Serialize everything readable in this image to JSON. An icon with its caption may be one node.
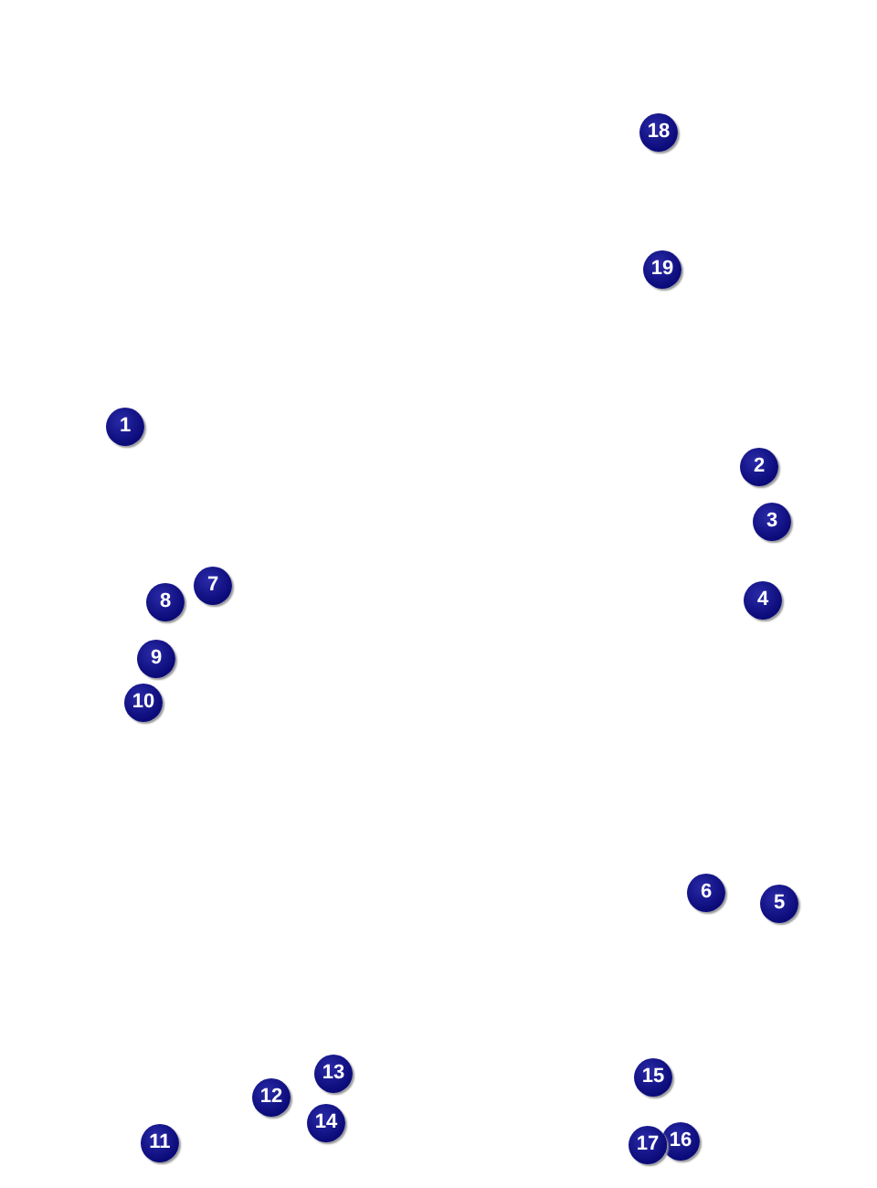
{
  "diagram": {
    "labels": [
      "18",
      "19",
      "1",
      "2",
      "3",
      "7",
      "4",
      "8",
      "9",
      "10",
      "6",
      "5",
      "13",
      "15",
      "12",
      "14",
      "16",
      "11",
      "17"
    ]
  }
}
